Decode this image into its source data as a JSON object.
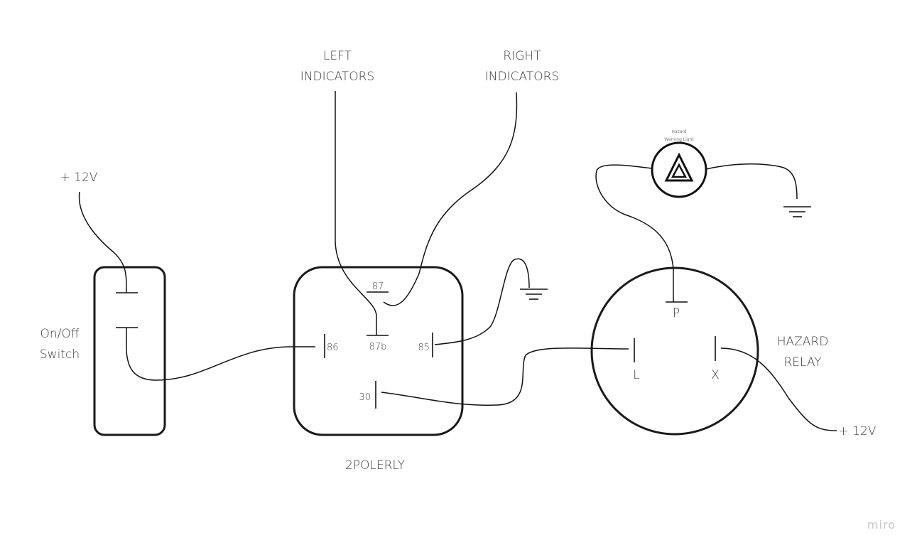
{
  "labels": {
    "left_indicators": [
      "LEFT",
      "INDICATORS"
    ],
    "right_indicators": [
      "RIGHT",
      "INDICATORS"
    ],
    "supply_switch": "+ 12V",
    "supply_relay": "+ 12V",
    "switch_name": [
      "On/Off",
      "Switch"
    ],
    "relay_name": "2POLERLY",
    "hazard_relay_name": [
      "HAZARD",
      "RELAY"
    ],
    "warning_light": [
      "Hazard",
      "Warning Light"
    ]
  },
  "relay_pins": {
    "p87": "87",
    "p87b": "87b",
    "p86": "86",
    "p85": "85",
    "p30": "30"
  },
  "hazard_pins": {
    "p": "P",
    "l": "L",
    "x": "X"
  },
  "watermark": "miro",
  "colors": {
    "stroke": "#111111",
    "text": "#3a3a3a",
    "watermark": "#c6c6c6"
  }
}
